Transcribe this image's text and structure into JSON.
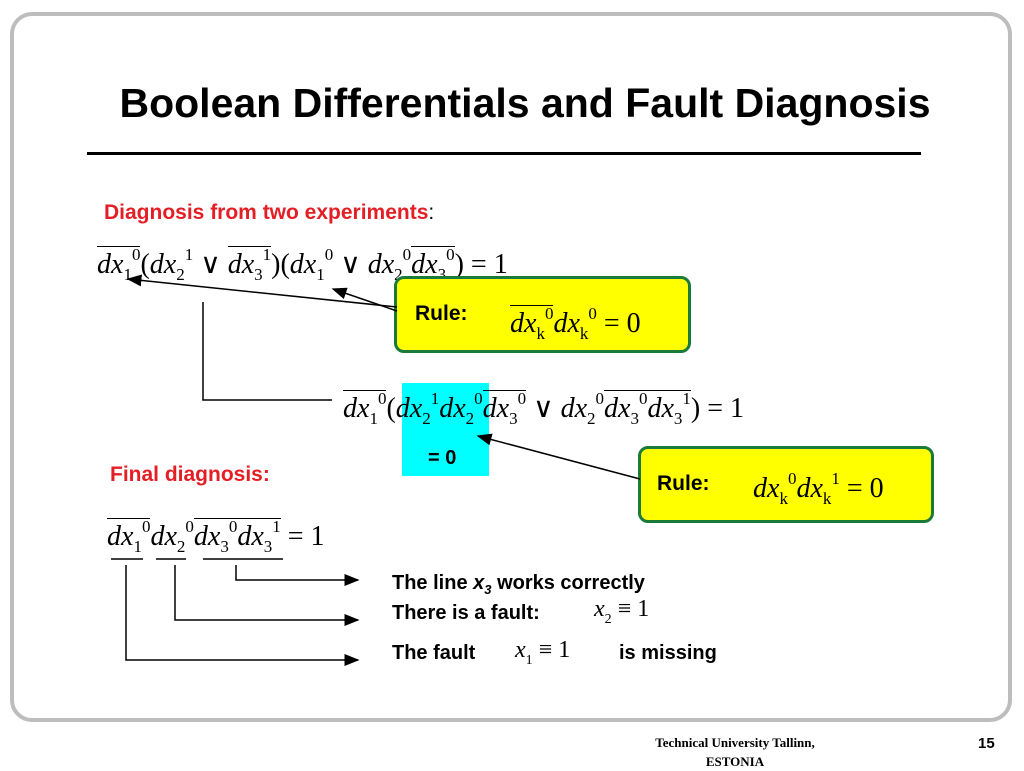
{
  "slide": {
    "title": "Boolean Differentials and Fault Diagnosis",
    "section1_heading": "Diagnosis from two experiments",
    "section1_colon": ":",
    "section2_heading": "Final diagnosis:",
    "rule_label": "Rule:",
    "equals_zero_label": "= 0",
    "annotations": {
      "line_prefix": "The line",
      "line_var": "x",
      "line_sub": "3",
      "line_suffix": "works correctly",
      "fault_prefix": "There is a fault:",
      "missing_prefix": "The fault",
      "missing_suffix": "is missing"
    },
    "footer": {
      "line1": "Technical University Tallinn,",
      "line2": "ESTONIA"
    },
    "page_number": "15"
  },
  "colors": {
    "heading_red": "#e41e25",
    "rule_fill": "#ffff00",
    "rule_border": "#1a7a3a",
    "highlight_cyan": "#00ffff"
  }
}
